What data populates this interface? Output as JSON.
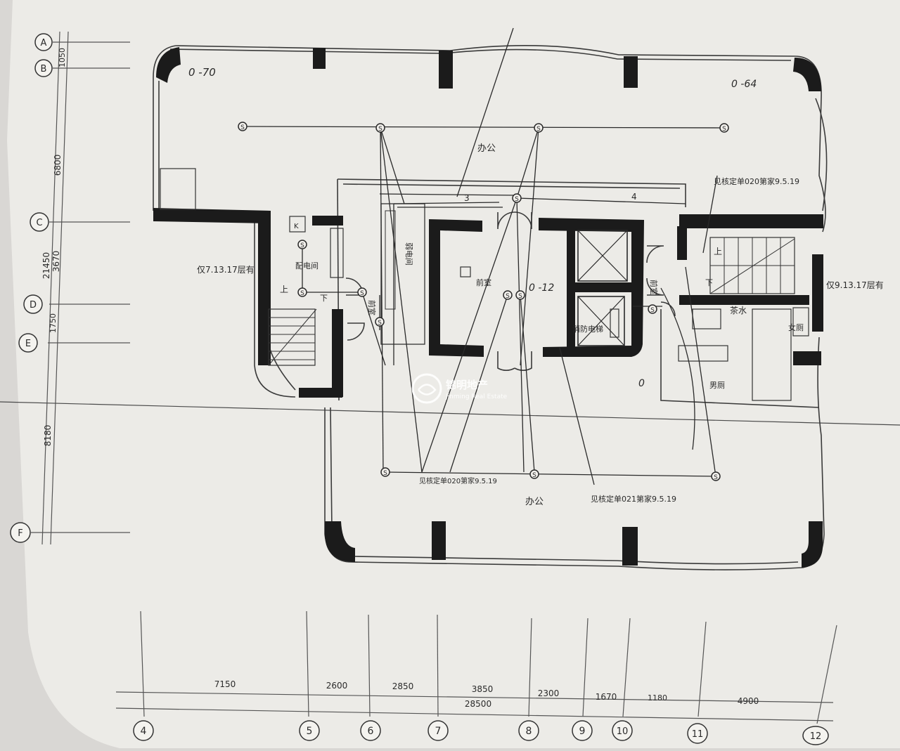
{
  "grid_rows": [
    {
      "label": "A"
    },
    {
      "label": "B"
    },
    {
      "label": "C"
    },
    {
      "label": "D"
    },
    {
      "label": "E"
    },
    {
      "label": "F"
    }
  ],
  "grid_cols": [
    {
      "label": "4"
    },
    {
      "label": "5"
    },
    {
      "label": "6"
    },
    {
      "label": "7"
    },
    {
      "label": "8"
    },
    {
      "label": "9"
    },
    {
      "label": "10"
    },
    {
      "label": "11"
    },
    {
      "label": "12"
    }
  ],
  "dims_vertical": [
    "1050",
    "6800",
    "3670",
    "21450",
    "1750",
    "8180"
  ],
  "dims_horizontal": [
    "7150",
    "2600",
    "2850",
    "3850",
    "2300",
    "1670",
    "1180",
    "4900"
  ],
  "dim_total": "28500",
  "rooms": {
    "office_top": "办公",
    "office_bottom": "办公",
    "power_room": "配电间",
    "weak_room": "弱电间",
    "lobby_left": "前室",
    "lobby_center": "前室",
    "lobby_right": "前室",
    "fire_elevator": "消防电梯",
    "tea": "茶水",
    "female_wc": "女厕",
    "male_wc": "男厕",
    "stair_up_left": "上",
    "stair_down_left": "下",
    "stair_up_right": "上",
    "stair_down_right": "下"
  },
  "notes": {
    "floors_left": "仅7.13.17层有",
    "floors_right": "仅9.13.17层有",
    "ref_top_right": "见核定单020第家9.5.19",
    "ref_bottom_left": "见核定单020第家9.5.19",
    "ref_bottom_right": "见核定单021第家9.5.19",
    "hand_top_left": "0 -70",
    "hand_top_right": "0 -64",
    "hand_center": "0 -12",
    "hand_lower_right": "0",
    "mark_3": "3",
    "mark_4": "4",
    "mark_K": "K"
  },
  "sensor_symbol": "S",
  "watermark": {
    "cn": "锦明地产",
    "en": "Jinming Real Estate"
  }
}
